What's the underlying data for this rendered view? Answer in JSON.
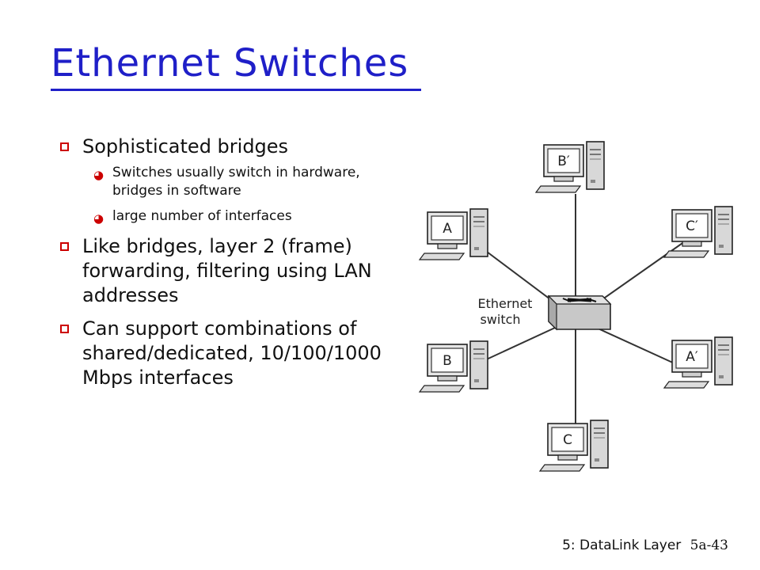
{
  "slide": {
    "title": "Ethernet Switches",
    "bullets": [
      {
        "text": "Sophisticated bridges",
        "sub": [
          "Switches usually switch in hardware, bridges in software",
          "large number of interfaces"
        ]
      },
      {
        "text": "Like bridges, layer 2 (frame) forwarding, filtering using LAN addresses",
        "sub": []
      },
      {
        "text": "Can support combinations of shared/dedicated, 10/100/1000 Mbps interfaces",
        "sub": []
      }
    ],
    "footer": {
      "chapter": "5: DataLink Layer",
      "page": "5a-43"
    }
  },
  "diagram": {
    "switch_label_line1": "Ethernet",
    "switch_label_line2": "switch",
    "hosts": [
      "B′",
      "C′",
      "A′",
      "C",
      "B",
      "A"
    ]
  },
  "colors": {
    "title": "#1f1fc8",
    "bullet_mark": "#cc0000",
    "text": "#111111"
  }
}
